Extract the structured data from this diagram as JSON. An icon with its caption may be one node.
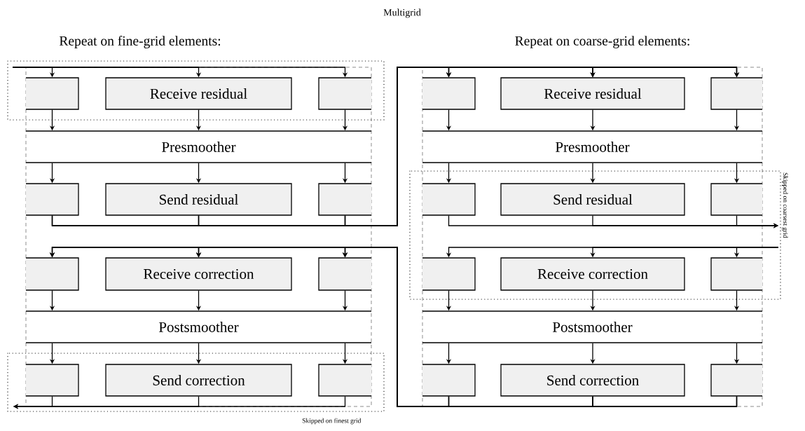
{
  "diagram": {
    "title": "Multigrid",
    "nodes": [
      {
        "text": [
          "Repeat on fine-grid elements:"
        ]
      },
      {
        "text": [],
        "shape": "box",
        "in": 0
      },
      {
        "text": [
          "Receive residual"
        ],
        "in": 0
      },
      {
        "text": [],
        "shape": "box",
        "in": 0
      },
      {
        "text": [
          "Presmoother"
        ],
        "in": 0
      },
      {
        "text": [],
        "shape": "box",
        "in": 0
      },
      {
        "text": [
          "Send residual"
        ],
        "in": 0
      },
      {
        "text": [],
        "shape": "box",
        "in": 0
      },
      {
        "text": [],
        "shape": "box",
        "in": 0
      },
      {
        "text": [
          "Receive correction"
        ],
        "in": 0
      },
      {
        "text": [],
        "shape": "box",
        "in": 0
      },
      {
        "text": [
          "Postsmoother"
        ],
        "in": 0
      },
      {
        "text": [],
        "shape": "box",
        "in": 0
      },
      {
        "text": [
          "Send correction"
        ],
        "in": 0
      },
      {
        "text": [],
        "shape": "box",
        "in": 0
      },
      {
        "text": [
          "Repeat on coarse-grid elements:"
        ]
      },
      {
        "text": [],
        "shape": "box",
        "in": 15
      },
      {
        "text": [
          "Receive residual"
        ],
        "in": 15
      },
      {
        "text": [],
        "shape": "box",
        "in": 15
      },
      {
        "text": [
          "Presmoother"
        ],
        "in": 15
      },
      {
        "text": [],
        "shape": "box",
        "in": 15
      },
      {
        "text": [
          "Send residual"
        ],
        "in": 15
      },
      {
        "text": [],
        "shape": "box",
        "in": 15
      },
      {
        "text": [],
        "shape": "box",
        "in": 15
      },
      {
        "text": [
          "Receive correction"
        ],
        "in": 15
      },
      {
        "text": [],
        "shape": "box",
        "in": 15
      },
      {
        "text": [
          "Postsmoother"
        ],
        "in": 15
      },
      {
        "text": [],
        "shape": "box",
        "in": 15
      },
      {
        "text": [
          "Send correction"
        ],
        "in": 15
      },
      {
        "text": [],
        "shape": "box",
        "in": 15
      },
      {
        "text": [
          "Skipped on coarsest grid"
        ]
      }
    ],
    "labels": [
      "Skipped on finest grid"
    ],
    "edges": [
      {
        "from": null,
        "to": 1,
        "arrow": "to"
      },
      {
        "from": null,
        "to": 2,
        "arrow": "to"
      },
      {
        "from": null,
        "to": 3,
        "arrow": "to"
      },
      {
        "from": 1,
        "to": 4,
        "arrow": "to"
      },
      {
        "from": 2,
        "to": 4,
        "arrow": "to"
      },
      {
        "from": 3,
        "to": 4,
        "arrow": "to"
      },
      {
        "from": 4,
        "to": 5,
        "arrow": "to"
      },
      {
        "from": 4,
        "to": 6,
        "arrow": "to"
      },
      {
        "from": 4,
        "to": 7,
        "arrow": "to"
      },
      {
        "from": 5,
        "to": 16,
        "arrow": "to"
      },
      {
        "from": 5,
        "to": 17,
        "arrow": "to"
      },
      {
        "from": 5,
        "to": 18,
        "arrow": "to"
      },
      {
        "from": 6,
        "to": 16,
        "arrow": "to"
      },
      {
        "from": 6,
        "to": 17,
        "arrow": "to"
      },
      {
        "from": 6,
        "to": 18,
        "arrow": "to"
      },
      {
        "from": 7,
        "to": 16,
        "arrow": "to"
      },
      {
        "from": 7,
        "to": 17,
        "arrow": "to"
      },
      {
        "from": 7,
        "to": 18,
        "arrow": "to"
      },
      {
        "from": 16,
        "to": 19,
        "arrow": "to"
      },
      {
        "from": 17,
        "to": 19,
        "arrow": "to"
      },
      {
        "from": 18,
        "to": 19,
        "arrow": "to"
      },
      {
        "from": 19,
        "to": 20,
        "arrow": "to"
      },
      {
        "from": 19,
        "to": 21,
        "arrow": "to"
      },
      {
        "from": 19,
        "to": 22,
        "arrow": "to"
      },
      {
        "from": 20,
        "to": 30,
        "arrow": "to"
      },
      {
        "from": 21,
        "to": 30,
        "arrow": "to"
      },
      {
        "from": 22,
        "to": 30,
        "arrow": "to"
      },
      {
        "from": 30,
        "to": 23,
        "arrow": "to"
      },
      {
        "from": 30,
        "to": 24,
        "arrow": "to"
      },
      {
        "from": 30,
        "to": 25,
        "arrow": "to"
      },
      {
        "from": 23,
        "to": 26,
        "arrow": "to"
      },
      {
        "from": 24,
        "to": 26,
        "arrow": "to"
      },
      {
        "from": 25,
        "to": 26,
        "arrow": "to"
      },
      {
        "from": 26,
        "to": 27,
        "arrow": "to"
      },
      {
        "from": 26,
        "to": 28,
        "arrow": "to"
      },
      {
        "from": 26,
        "to": 29,
        "arrow": "to"
      },
      {
        "from": 27,
        "to": 8,
        "arrow": "to"
      },
      {
        "from": 27,
        "to": 9,
        "arrow": "to"
      },
      {
        "from": 27,
        "to": 10,
        "arrow": "to"
      },
      {
        "from": 28,
        "to": 8,
        "arrow": "to"
      },
      {
        "from": 28,
        "to": 9,
        "arrow": "to"
      },
      {
        "from": 28,
        "to": 10,
        "arrow": "to"
      },
      {
        "from": 29,
        "to": 8,
        "arrow": "to"
      },
      {
        "from": 29,
        "to": 9,
        "arrow": "to"
      },
      {
        "from": 29,
        "to": 10,
        "arrow": "to"
      },
      {
        "from": 8,
        "to": 11,
        "arrow": "to"
      },
      {
        "from": 9,
        "to": 11,
        "arrow": "to"
      },
      {
        "from": 10,
        "to": 11,
        "arrow": "to"
      },
      {
        "from": 11,
        "to": 12,
        "arrow": "to"
      },
      {
        "from": 11,
        "to": 13,
        "arrow": "to"
      },
      {
        "from": 11,
        "to": 14,
        "arrow": "to"
      },
      {
        "from": 12,
        "to": null,
        "arrow": "to"
      },
      {
        "from": 13,
        "to": null,
        "arrow": "to"
      },
      {
        "from": 14,
        "to": null,
        "arrow": "to"
      }
    ]
  }
}
